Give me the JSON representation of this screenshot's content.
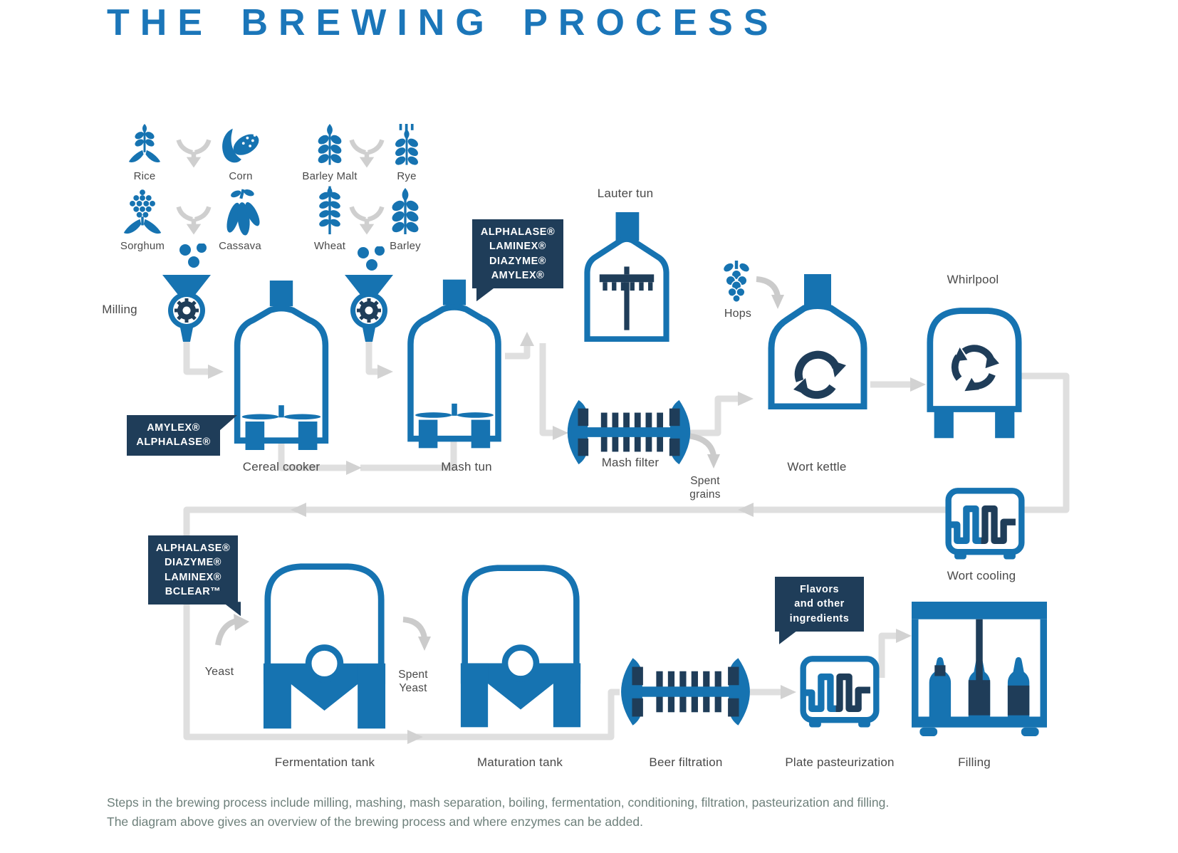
{
  "title": "THE BREWING PROCESS",
  "colors": {
    "brand_blue": "#1673b1",
    "title_blue": "#1b76b9",
    "navy": "#1f3d59",
    "pipe_gray": "#dfdfdf",
    "label_gray": "#494949",
    "caption_gray": "#6e807b"
  },
  "icons": [
    "rice-icon",
    "corn-icon",
    "barley-malt-icon",
    "rye-icon",
    "sorghum-icon",
    "cassava-icon",
    "wheat-icon",
    "barley-icon",
    "merge-arrow-icon",
    "grist-dots-icon",
    "milling-icon",
    "tank-icon",
    "lauter-tun-icon",
    "mash-filter-icon",
    "hops-icon",
    "wort-kettle-icon",
    "whirlpool-icon",
    "heat-exchanger-icon",
    "fermentation-tank-icon",
    "maturation-tank-icon",
    "filling-machine-icon"
  ],
  "ingredients": [
    {
      "label": "Rice"
    },
    {
      "label": "Corn"
    },
    {
      "label": "Barley Malt"
    },
    {
      "label": "Rye"
    },
    {
      "label": "Sorghum"
    },
    {
      "label": "Cassava"
    },
    {
      "label": "Wheat"
    },
    {
      "label": "Barley"
    }
  ],
  "stages": {
    "milling": "Milling",
    "cereal_cooker": "Cereal cooker",
    "mash_tun": "Mash tun",
    "lauter_tun": "Lauter tun",
    "mash_filter": "Mash filter",
    "spent_grains": "Spent grains",
    "hops": "Hops",
    "wort_kettle": "Wort kettle",
    "whirlpool": "Whirlpool",
    "wort_cooling": "Wort cooling",
    "yeast": "Yeast",
    "fermentation_tank": "Fermentation tank",
    "spent_yeast": "Spent Yeast",
    "maturation_tank": "Maturation tank",
    "beer_filtration": "Beer filtration",
    "plate_pasteurization": "Plate pasteurization",
    "filling": "Filling"
  },
  "callouts": {
    "mash_tun": [
      "ALPHALASE®",
      "LAMINEX®",
      "DIAZYME®",
      "AMYLEX®"
    ],
    "cereal_cooker": [
      "AMYLEX®",
      "ALPHALASE®"
    ],
    "fermentation": [
      "ALPHALASE®",
      "DIAZYME®",
      "LAMINEX®",
      "BCLEAR™"
    ],
    "flavors": [
      "Flavors",
      "and other",
      "ingredients"
    ]
  },
  "caption": {
    "line1": "Steps in the brewing process include milling, mashing, mash separation, boiling, fermentation, conditioning, filtration, pasteurization and filling.",
    "line2": "The diagram above gives an overview of the brewing process and where enzymes can be added."
  }
}
